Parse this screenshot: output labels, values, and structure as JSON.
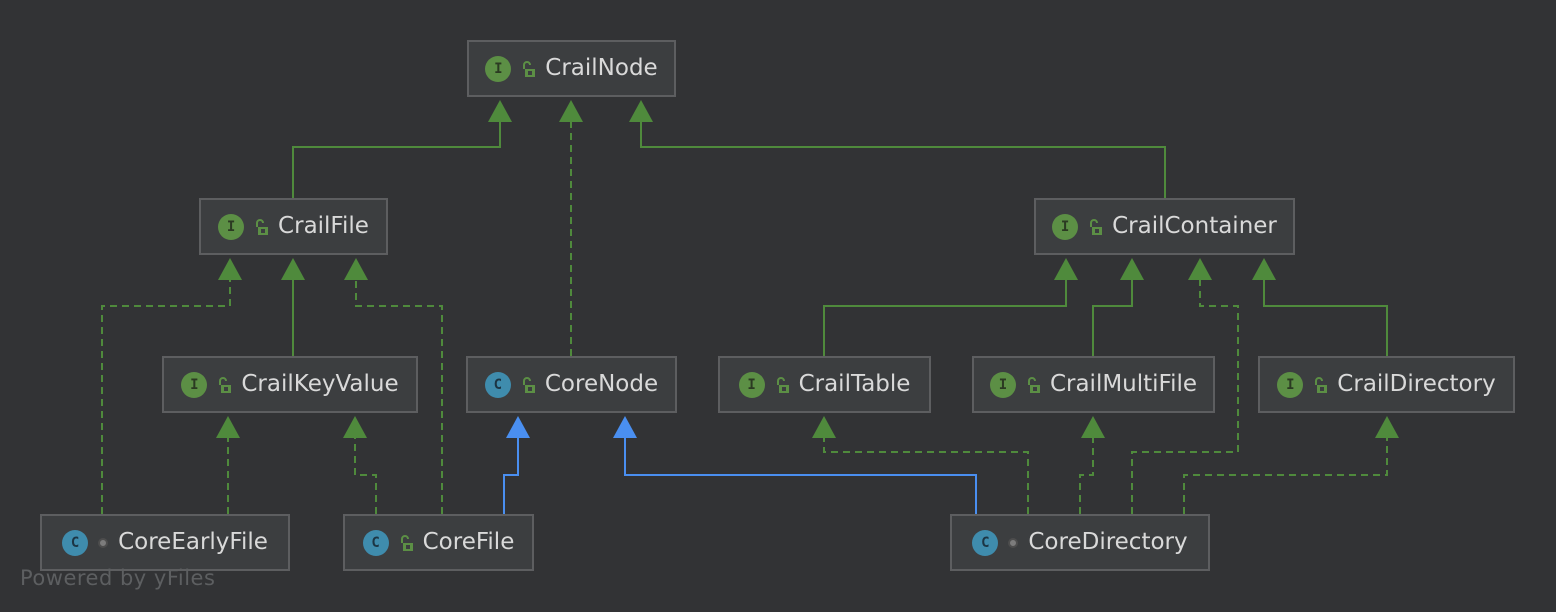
{
  "diagram": {
    "nodes": [
      {
        "id": "CrailNode",
        "label": "CrailNode",
        "kind": "interface",
        "badge": "I",
        "visibility": "public"
      },
      {
        "id": "CrailFile",
        "label": "CrailFile",
        "kind": "interface",
        "badge": "I",
        "visibility": "public"
      },
      {
        "id": "CrailContainer",
        "label": "CrailContainer",
        "kind": "interface",
        "badge": "I",
        "visibility": "public"
      },
      {
        "id": "CrailKeyValue",
        "label": "CrailKeyValue",
        "kind": "interface",
        "badge": "I",
        "visibility": "public"
      },
      {
        "id": "CoreNode",
        "label": "CoreNode",
        "kind": "class",
        "badge": "C",
        "visibility": "public"
      },
      {
        "id": "CrailTable",
        "label": "CrailTable",
        "kind": "interface",
        "badge": "I",
        "visibility": "public"
      },
      {
        "id": "CrailMultiFile",
        "label": "CrailMultiFile",
        "kind": "interface",
        "badge": "I",
        "visibility": "public"
      },
      {
        "id": "CrailDirectory",
        "label": "CrailDirectory",
        "kind": "interface",
        "badge": "I",
        "visibility": "public"
      },
      {
        "id": "CoreEarlyFile",
        "label": "CoreEarlyFile",
        "kind": "class",
        "badge": "C",
        "visibility": "package"
      },
      {
        "id": "CoreFile",
        "label": "CoreFile",
        "kind": "class",
        "badge": "C",
        "visibility": "public"
      },
      {
        "id": "CoreDirectory",
        "label": "CoreDirectory",
        "kind": "class",
        "badge": "C",
        "visibility": "package"
      }
    ],
    "edges": [
      {
        "from": "CrailFile",
        "to": "CrailNode",
        "type": "extends-interface"
      },
      {
        "from": "CoreNode",
        "to": "CrailNode",
        "type": "implements"
      },
      {
        "from": "CrailContainer",
        "to": "CrailNode",
        "type": "extends-interface"
      },
      {
        "from": "CoreEarlyFile",
        "to": "CrailFile",
        "type": "implements"
      },
      {
        "from": "CrailKeyValue",
        "to": "CrailFile",
        "type": "extends-interface"
      },
      {
        "from": "CoreFile",
        "to": "CrailFile",
        "type": "implements"
      },
      {
        "from": "CoreEarlyFile",
        "to": "CrailKeyValue",
        "type": "implements"
      },
      {
        "from": "CoreFile",
        "to": "CrailKeyValue",
        "type": "implements"
      },
      {
        "from": "CoreFile",
        "to": "CoreNode",
        "type": "extends-class"
      },
      {
        "from": "CoreDirectory",
        "to": "CoreNode",
        "type": "extends-class"
      },
      {
        "from": "CrailTable",
        "to": "CrailContainer",
        "type": "extends-interface"
      },
      {
        "from": "CrailMultiFile",
        "to": "CrailContainer",
        "type": "extends-interface"
      },
      {
        "from": "CoreDirectory",
        "to": "CrailContainer",
        "type": "implements"
      },
      {
        "from": "CrailDirectory",
        "to": "CrailContainer",
        "type": "extends-interface"
      },
      {
        "from": "CoreDirectory",
        "to": "CrailTable",
        "type": "implements"
      },
      {
        "from": "CoreDirectory",
        "to": "CrailMultiFile",
        "type": "implements"
      },
      {
        "from": "CoreDirectory",
        "to": "CrailDirectory",
        "type": "implements"
      }
    ],
    "colors": {
      "background": "#323335",
      "node_fill": "#3c3e40",
      "node_border": "#5d5e60",
      "node_text": "#d9d9d9",
      "interface_badge": "#5c8f45",
      "class_badge": "#3f8cad",
      "inheritance_edge": "#4f8a3c",
      "class_extends_edge": "#4a8ff0",
      "watermark_text": "#5d5f61"
    },
    "icons": {
      "public_visibility": "unlock-icon",
      "package_visibility": "package-dot-icon"
    }
  },
  "watermark": "Powered by yFiles"
}
